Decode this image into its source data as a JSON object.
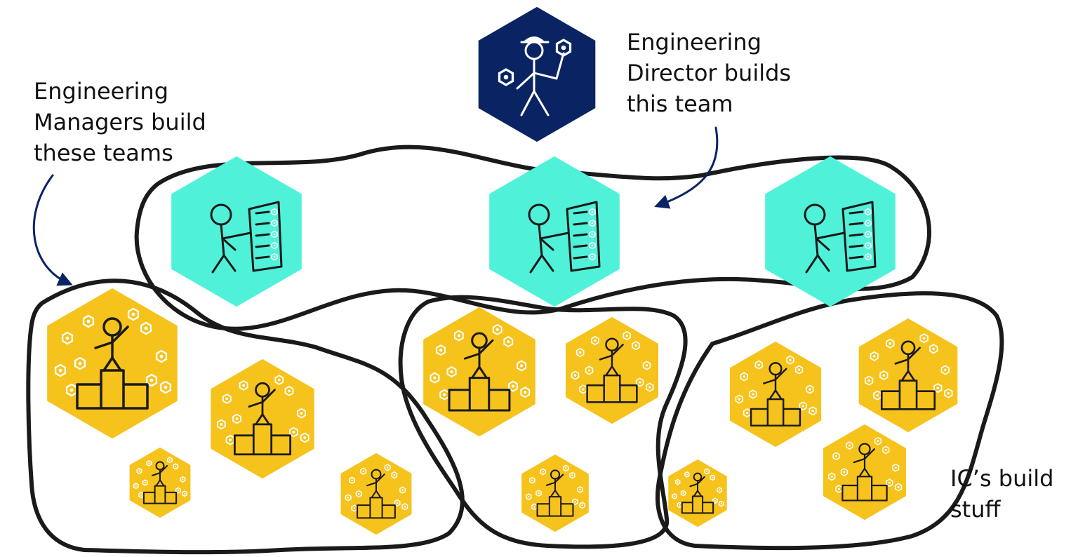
{
  "labels": {
    "managers": [
      "Engineering",
      "Managers build",
      "these teams"
    ],
    "director": [
      "Engineering",
      "Director builds",
      "this team"
    ],
    "ics": [
      "IC’s build",
      "stuff"
    ]
  },
  "colors": {
    "director_hex": "#0a2463",
    "manager_hex": "#4ff2d9",
    "ic_hex": "#f6c21c",
    "arrow": "#0a2463",
    "outline": "#1a1a1a"
  },
  "icons": {
    "director": "stick-figure-with-hard-hat-icon",
    "manager": "stick-figure-with-checklist-icon",
    "ic": "stick-figure-on-podium-icon",
    "badge": "hex-logo-icon"
  },
  "nodes": {
    "director": {
      "role": "director"
    },
    "managers": [
      {
        "role": "manager"
      },
      {
        "role": "manager"
      },
      {
        "role": "manager"
      }
    ],
    "ics": [
      {
        "role": "ic",
        "team": 1
      },
      {
        "role": "ic",
        "team": 1
      },
      {
        "role": "ic",
        "team": 1
      },
      {
        "role": "ic",
        "team": 1
      },
      {
        "role": "ic",
        "team": 2
      },
      {
        "role": "ic",
        "team": 2
      },
      {
        "role": "ic",
        "team": 2
      },
      {
        "role": "ic",
        "team": 3
      },
      {
        "role": "ic",
        "team": 3
      },
      {
        "role": "ic",
        "team": 3
      },
      {
        "role": "ic",
        "team": 3
      }
    ]
  }
}
